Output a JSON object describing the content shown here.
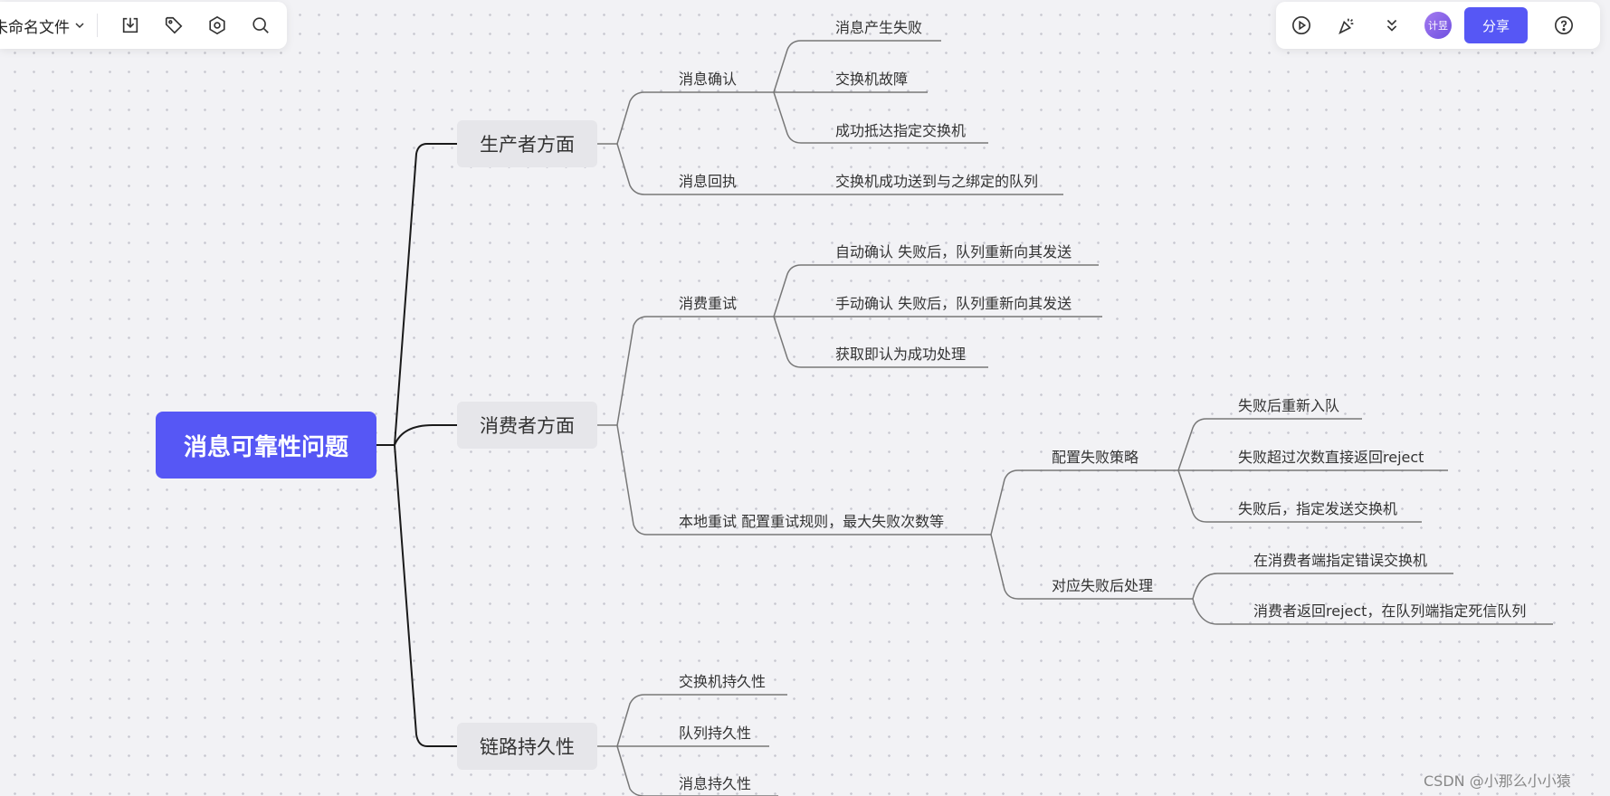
{
  "toolbar_left": {
    "filename": "未命名文件",
    "icons": [
      "download-icon",
      "tag-icon",
      "settings-icon",
      "search-icon"
    ]
  },
  "toolbar_right": {
    "icons": [
      "play-icon",
      "celebrate-icon",
      "double-chevron-down-icon",
      "help-icon"
    ],
    "avatar_text": "计昱",
    "share_label": "分享"
  },
  "mindmap": {
    "root": "消息可靠性问题",
    "producer": {
      "label": "生产者方面",
      "ack": {
        "label": "消息确认",
        "items": [
          "消息产生失败",
          "交换机故障",
          "成功抵达指定交换机"
        ]
      },
      "return": {
        "label": "消息回执",
        "item": "交换机成功送到与之绑定的队列"
      }
    },
    "consumer": {
      "label": "消费者方面",
      "retry": {
        "label": "消费重试",
        "items": [
          "自动确认 失败后，队列重新向其发送",
          "手动确认  失败后，队列重新向其发送",
          "获取即认为成功处理"
        ]
      },
      "local": {
        "label": "本地重试 配置重试规则，最大失败次数等",
        "strategy": {
          "label": "配置失败策略",
          "items": [
            "失败后重新入队",
            "失败超过次数直接返回reject",
            "失败后，指定发送交换机"
          ]
        },
        "handling": {
          "label": "对应失败后处理",
          "items": [
            "在消费者端指定错误交换机",
            "消费者返回reject，在队列端指定死信队列"
          ]
        }
      }
    },
    "durability": {
      "label": "链路持久性",
      "items": [
        "交换机持久性",
        "队列持久性",
        "消息持久性"
      ]
    }
  },
  "colors": {
    "accent": "#5657f5",
    "branch_bg": "#e6e6ea",
    "canvas_bg": "#f2f2f5",
    "line": "#777777"
  },
  "watermark": "CSDN @小那么小小猿"
}
